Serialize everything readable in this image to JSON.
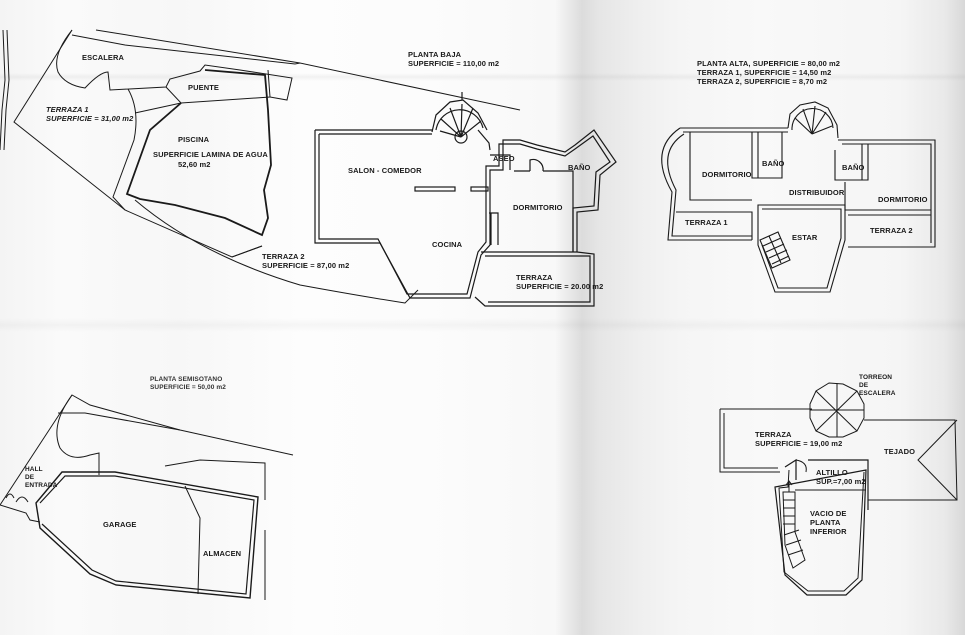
{
  "document": {
    "type": "architectural floor plan (scanned, folded paper)",
    "background_color": "#f5f5f5",
    "line_color": "#1a1a1a"
  },
  "site_plan": {
    "escalera": "ESCALERA",
    "puente": "PUENTE",
    "terraza1": {
      "name": "TERRAZA 1",
      "area": "SUPERFICIE = 31,00 m2"
    },
    "piscina": {
      "name": "PISCINA",
      "area_label": "SUPERFICIE LAMINA DE AGUA",
      "area": "52,60 m2"
    },
    "terraza2": {
      "name": "TERRAZA 2",
      "area": "SUPERFICIE = 87,00 m2"
    }
  },
  "planta_baja": {
    "title": "PLANTA BAJA",
    "area": "SUPERFICIE = 110,00 m2",
    "rooms": {
      "salon": "SALON - COMEDOR",
      "aseo": "ASEO",
      "bano": "BAÑO",
      "dormitorio": "DORMITORIO",
      "cocina": "COCINA"
    },
    "terraza": {
      "name": "TERRAZA",
      "area": "SUPERFICIE = 20.00 m2"
    }
  },
  "planta_alta": {
    "title": "PLANTA ALTA, SUPERFICIE = 80,00 m2",
    "terraza1_area": "TERRAZA 1, SUPERFICIE = 14,50 m2",
    "terraza2_area": "TERRAZA 2, SUPERFICIE = 8,70 m2",
    "rooms": {
      "dormitorio_left": "DORMITORIO",
      "bano_left": "BAÑO",
      "distribuidor": "DISTRIBUIDOR",
      "bano_right": "BAÑO",
      "dormitorio_right": "DORMITORIO",
      "terraza1": "TERRAZA 1",
      "estar": "ESTAR",
      "terraza2": "TERRAZA 2"
    }
  },
  "planta_semisotano": {
    "title": "PLANTA SEMISOTANO",
    "area": "SUPERFICIE = 50,00 m2",
    "rooms": {
      "hall": [
        "HALL",
        "DE",
        "ENTRADA"
      ],
      "garage": "GARAGE",
      "almacen": "ALMACEN"
    }
  },
  "planta_cubierta": {
    "torreon": [
      "TORREON",
      "DE",
      "ESCALERA"
    ],
    "terraza": {
      "name": "TERRAZA",
      "area": "SUPERFICIE = 19,00 m2"
    },
    "tejado": "TEJADO",
    "altillo": {
      "name": "ALTILLO",
      "area": "SUP.=7,00 m2"
    },
    "vacio": [
      "VACIO DE",
      "PLANTA",
      "INFERIOR"
    ]
  }
}
